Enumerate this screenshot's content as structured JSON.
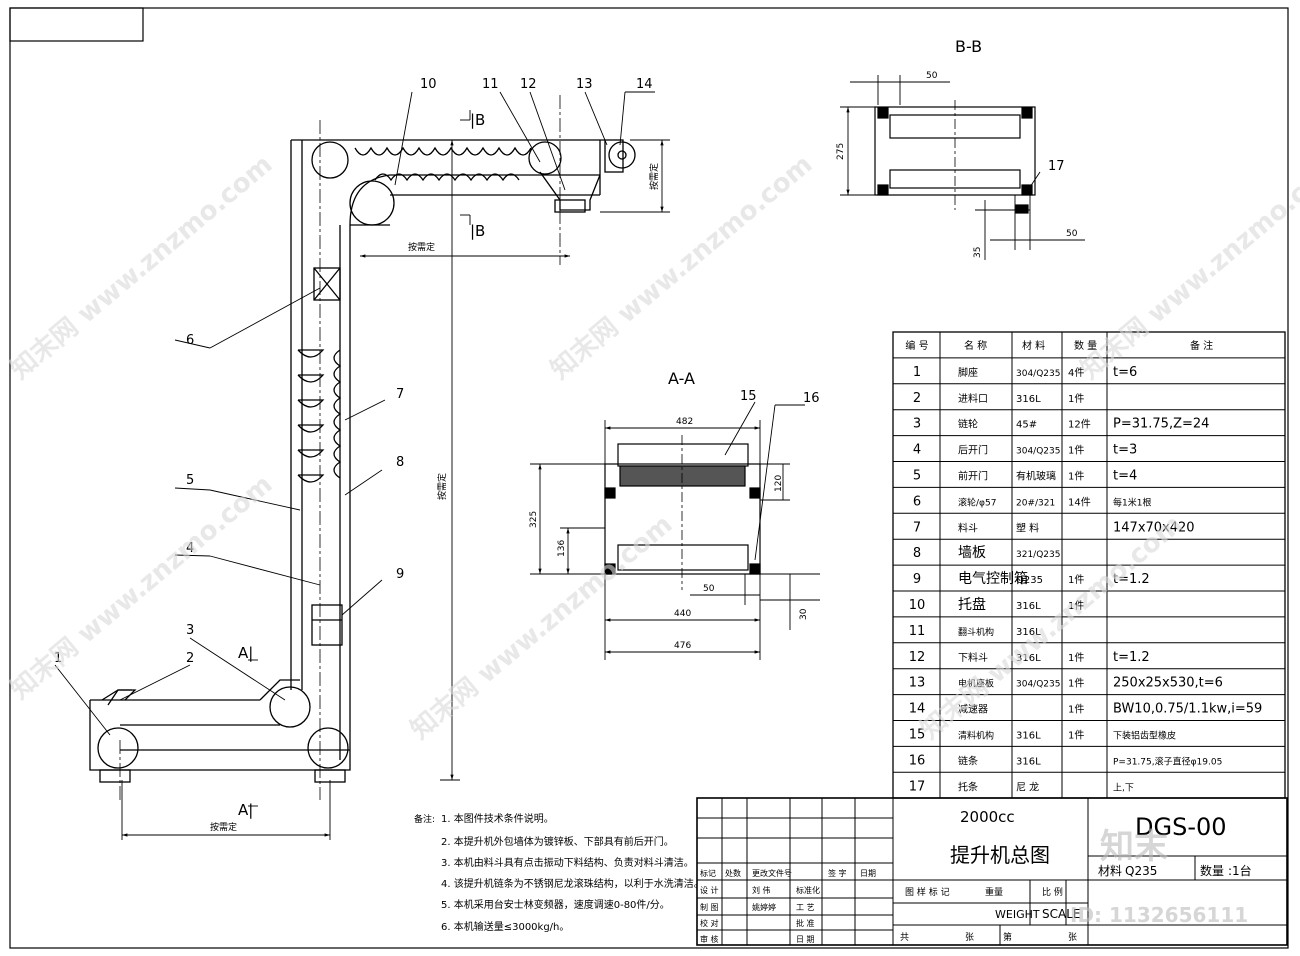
{
  "views": {
    "bb_title": "B-B",
    "aa_title": "A-A",
    "section_b_upper": "|B",
    "section_b_lower": "|B",
    "section_a_upper": "A|",
    "section_a_lower": "A|"
  },
  "dimensions": {
    "by_setting": "按需定",
    "bb_top": "50",
    "bb_height": "275",
    "bb_bottom_50": "50",
    "bb_bottom_35": "35",
    "aa_width_top": "482",
    "aa_height": "325",
    "aa_inner": "136",
    "aa_120": "120",
    "aa_50": "50",
    "aa_30": "30",
    "aa_440": "440",
    "aa_476": "476"
  },
  "balloons": [
    "1",
    "2",
    "3",
    "4",
    "5",
    "6",
    "7",
    "8",
    "9",
    "10",
    "11",
    "12",
    "13",
    "14",
    "15",
    "16",
    "17"
  ],
  "parts_table": {
    "headers": [
      "编 号",
      "名 称",
      "材 料",
      "数 量",
      "备 注"
    ],
    "rows": [
      [
        "1",
        "脚座",
        "304/Q235",
        "4件",
        "t=6"
      ],
      [
        "2",
        "进料口",
        "316L",
        "1件",
        ""
      ],
      [
        "3",
        "链轮",
        "45#",
        "12件",
        "P=31.75,Z=24"
      ],
      [
        "4",
        "后开门",
        "304/Q235",
        "1件",
        "t=3"
      ],
      [
        "5",
        "前开门",
        "有机玻璃",
        "1件",
        "t=4"
      ],
      [
        "6",
        "滚轮/φ57",
        "20#/321",
        "14件",
        "每1米1根"
      ],
      [
        "7",
        "料斗",
        "塑 料",
        "",
        "147x70x420"
      ],
      [
        "8",
        "墙板",
        "321/Q235",
        "",
        ""
      ],
      [
        "9",
        "电气控制箱",
        "Q235",
        "1件",
        "t=1.2"
      ],
      [
        "10",
        "托盘",
        "316L",
        "1件",
        ""
      ],
      [
        "11",
        "翻斗机构",
        "316L",
        "",
        ""
      ],
      [
        "12",
        "下料斗",
        "316L",
        "1件",
        "t=1.2"
      ],
      [
        "13",
        "电机座板",
        "304/Q235",
        "1件",
        "250x25x530,t=6"
      ],
      [
        "14",
        "减速器",
        "",
        "1件",
        "BW10,0.75/1.1kw,i=59"
      ],
      [
        "15",
        "清料机构",
        "316L",
        "1件",
        "下装铝齿型橡皮"
      ],
      [
        "16",
        "链条",
        "316L",
        "",
        "P=31.75,滚子直径φ19.05"
      ],
      [
        "17",
        "托条",
        "尼 龙",
        "",
        "上,下"
      ]
    ]
  },
  "notes": {
    "label": "备注:",
    "items": [
      "1. 本图件技术条件说明。",
      "2. 本提升机外包墙体为镀锌板、下部具有前后开门。",
      "3. 本机由料斗具有点击振动下料结构、负责对料斗清洁。",
      "4. 该提升机链条为不锈钢尼龙滚珠结构，以利于水洗清洁。",
      "5. 本机采用台安士林变频器，速度调速0-80件/分。",
      "6. 本机输送量≤3000kg/h。"
    ]
  },
  "title_block": {
    "capacity": "2000cc",
    "drawing_title": "提升机总图",
    "drawing_no": "DGS-00",
    "material_label": "材料",
    "material_value": "Q235",
    "qty_label": "数量",
    "qty_value": ":1台",
    "rev_cols": [
      "标记",
      "处数",
      "更改文件号",
      "签 字",
      "日期"
    ],
    "roles": [
      "设 计",
      "制 图",
      "校 对",
      "审 核"
    ],
    "names": [
      "刘 伟",
      "姚婷婷",
      "",
      ""
    ],
    "approve": [
      "标准化",
      "工 艺",
      "批 准",
      "日 期"
    ],
    "fig_label": "图 样 标 记",
    "weight_label": "重量",
    "scale_label": "比 例",
    "weight_en": "WEIGHT",
    "scale_en": "SCALE",
    "total_label": "共",
    "sheet_label": "张",
    "page_label": "第",
    "sheet2_label": "张"
  },
  "watermark": {
    "text": "知末网 www.znzmo.com",
    "logo": "知末",
    "id": "ID: 1132656111"
  }
}
